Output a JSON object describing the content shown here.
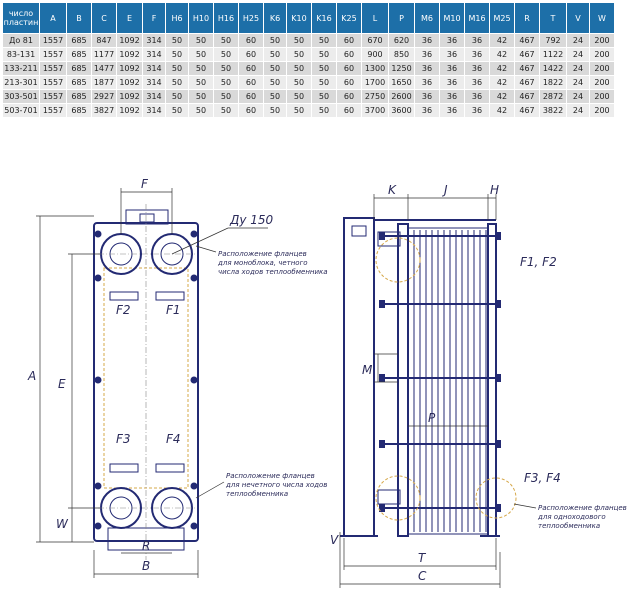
{
  "table": {
    "headers": [
      "число пластин",
      "A",
      "B",
      "C",
      "E",
      "F",
      "H6",
      "H10",
      "H16",
      "H25",
      "K6",
      "K10",
      "K16",
      "K25",
      "L",
      "P",
      "M6",
      "M10",
      "M16",
      "M25",
      "R",
      "T",
      "V",
      "W"
    ],
    "rows": [
      [
        "До 81",
        "1557",
        "685",
        "847",
        "1092",
        "314",
        "50",
        "50",
        "50",
        "60",
        "50",
        "50",
        "50",
        "60",
        "670",
        "620",
        "36",
        "36",
        "36",
        "42",
        "467",
        "792",
        "24",
        "200"
      ],
      [
        "83-131",
        "1557",
        "685",
        "1177",
        "1092",
        "314",
        "50",
        "50",
        "50",
        "60",
        "50",
        "50",
        "50",
        "60",
        "900",
        "850",
        "36",
        "36",
        "36",
        "42",
        "467",
        "1122",
        "24",
        "200"
      ],
      [
        "133-211",
        "1557",
        "685",
        "1477",
        "1092",
        "314",
        "50",
        "50",
        "50",
        "60",
        "50",
        "50",
        "50",
        "60",
        "1300",
        "1250",
        "36",
        "36",
        "36",
        "42",
        "467",
        "1422",
        "24",
        "200"
      ],
      [
        "213-301",
        "1557",
        "685",
        "1877",
        "1092",
        "314",
        "50",
        "50",
        "50",
        "60",
        "50",
        "50",
        "50",
        "60",
        "1700",
        "1650",
        "36",
        "36",
        "36",
        "42",
        "467",
        "1822",
        "24",
        "200"
      ],
      [
        "303-501",
        "1557",
        "685",
        "2927",
        "1092",
        "314",
        "50",
        "50",
        "50",
        "60",
        "50",
        "50",
        "50",
        "60",
        "2750",
        "2600",
        "36",
        "36",
        "36",
        "42",
        "467",
        "2872",
        "24",
        "200"
      ],
      [
        "503-701",
        "1557",
        "685",
        "3827",
        "1092",
        "314",
        "50",
        "50",
        "50",
        "60",
        "50",
        "50",
        "50",
        "60",
        "3700",
        "3600",
        "36",
        "36",
        "36",
        "42",
        "467",
        "3822",
        "24",
        "200"
      ]
    ]
  },
  "drawing": {
    "front": {
      "dim_f": "F",
      "dim_a": "A",
      "dim_e": "E",
      "dim_w": "W",
      "dim_r": "R",
      "dim_b": "B",
      "label_du": "Ду 150",
      "label_f1": "F1",
      "label_f2": "F2",
      "label_f3": "F3",
      "label_f4": "F4",
      "note_mono": [
        "Расположение фланцев",
        "для моноблока, четного",
        "числа ходов теплообменника"
      ],
      "note_odd": [
        "Расположение фланцев",
        "для нечетного числа ходов",
        "теплообменника"
      ]
    },
    "side": {
      "dim_k": "K",
      "dim_j": "J",
      "dim_h": "H",
      "dim_m": "M",
      "dim_p": "P",
      "dim_v": "V",
      "dim_t": "T",
      "dim_c": "C",
      "label_f1f2": "F1, F2",
      "label_f3f4": "F3, F4",
      "note_single": [
        "Расположение фланцев",
        "для одноходового",
        "теплообменника"
      ]
    }
  }
}
